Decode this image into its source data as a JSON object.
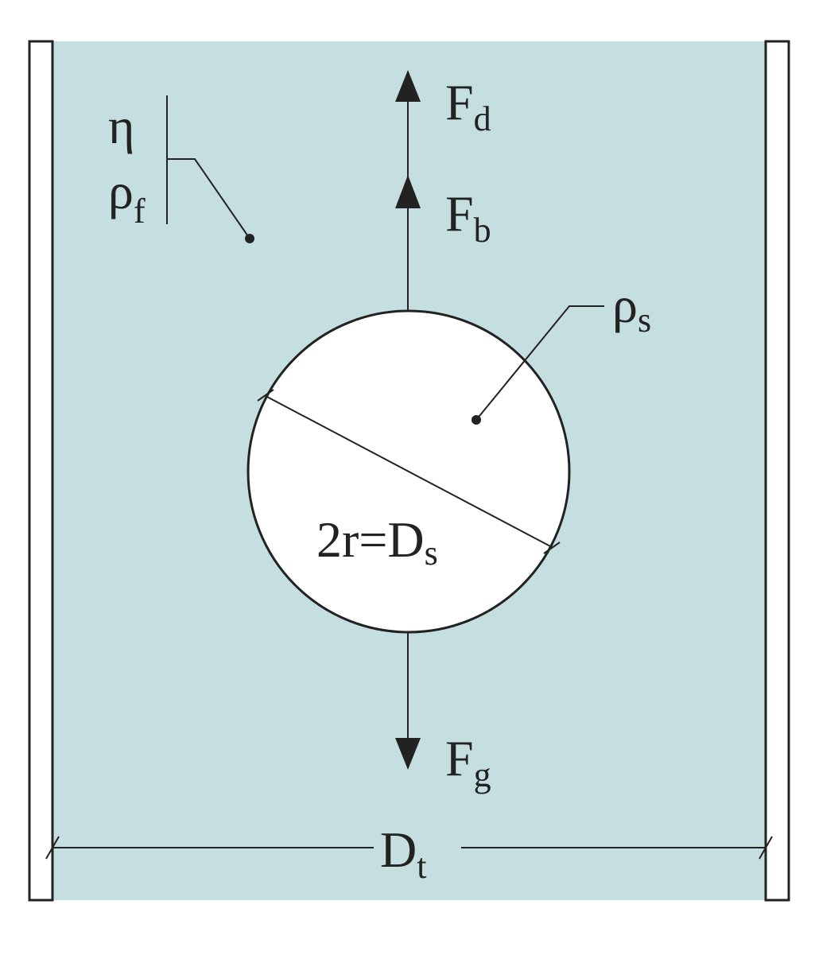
{
  "colors": {
    "fluid": "#c5dfe1",
    "wall": "#ffffff",
    "line": "#222222",
    "sphere": "#ffffff"
  },
  "labels": {
    "viscosity": "η",
    "fluid_density": {
      "main": "ρ",
      "sub": "f"
    },
    "drag_force": {
      "main": "F",
      "sub": "d"
    },
    "buoyant_force": {
      "main": "F",
      "sub": "b"
    },
    "gravity_force": {
      "main": "F",
      "sub": "g"
    },
    "sphere_density": {
      "main": "ρ",
      "sub": "s"
    },
    "sphere_diameter": {
      "main": "2r=D",
      "sub": "s"
    },
    "tube_diameter": {
      "main": "D",
      "sub": "t"
    }
  }
}
